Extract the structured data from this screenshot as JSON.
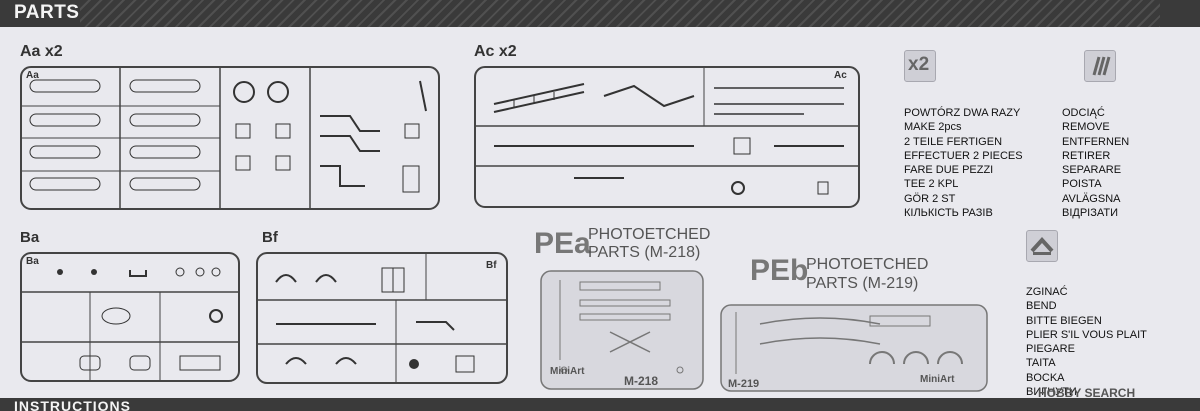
{
  "header": {
    "title": "PARTS"
  },
  "footer": {
    "title": "INSTRUCTIONS"
  },
  "sprues": {
    "aa": {
      "label": "Aa x2",
      "tag": "Aa"
    },
    "ac": {
      "label": "Ac x2",
      "tag": "Ac"
    },
    "ba": {
      "label": "Ba",
      "tag": "Ba"
    },
    "bf": {
      "label": "Bf",
      "tag": "Bf"
    }
  },
  "photoetched": {
    "pea": {
      "code": "PEa",
      "line1": "PHOTOETCHED",
      "line2": "PARTS (M-218)",
      "plate_label": "M-218",
      "brand": "MiniArt"
    },
    "peb": {
      "code": "PEb",
      "line1": "PHOTOETCHED",
      "line2": "PARTS (M-219)",
      "plate_label": "M-219",
      "brand": "MiniArt"
    }
  },
  "icons": {
    "x2_text": "x2"
  },
  "make_two": [
    "POWTÓRZ DWA RAZY",
    "MAKE 2pcs",
    "2 TEILE FERTIGEN",
    "EFFECTUER 2 PIECES",
    "FARE DUE PEZZI",
    "TEE 2 KPL",
    "GÖR 2 ST",
    "КІЛЬКІСТЬ РАЗІВ"
  ],
  "remove": [
    "ODCIĄĆ",
    "REMOVE",
    "ENTFERNEN",
    "RETIRER",
    "SEPARARE",
    "POISTA",
    "AVLÄGSNA",
    "ВІДРІЗАТИ"
  ],
  "bend": [
    "ZGINAĆ",
    "BEND",
    "BITTE BIEGEN",
    "PLIER S'IL VOUS PLAIT",
    "PIEGARE",
    "TAITA",
    "BOCKA",
    "ВИГНУТИ"
  ],
  "watermark": "HOBBY SEARCH"
}
